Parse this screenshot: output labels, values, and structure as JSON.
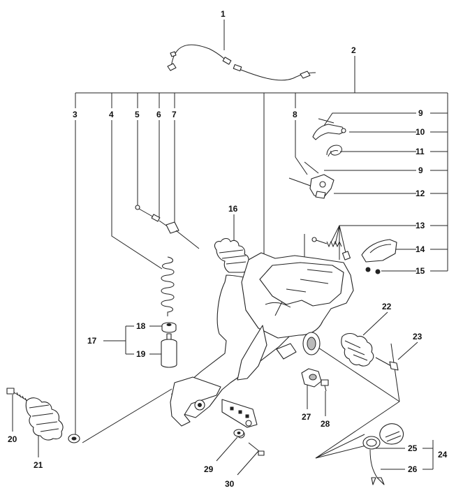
{
  "callouts": {
    "c1": "1",
    "c2": "2",
    "c3": "3",
    "c4": "4",
    "c5": "5",
    "c6": "6",
    "c7": "7",
    "c8": "8",
    "c9a": "9",
    "c9b": "9",
    "c10": "10",
    "c11": "11",
    "c12": "12",
    "c13": "13",
    "c14": "14",
    "c15": "15",
    "c16": "16",
    "c17": "17",
    "c18": "18",
    "c19": "19",
    "c20": "20",
    "c21": "21",
    "c22": "22",
    "c23": "23",
    "c24": "24",
    "c25": "25",
    "c26": "26",
    "c27": "27",
    "c28": "28",
    "c29": "29",
    "c30": "30"
  }
}
